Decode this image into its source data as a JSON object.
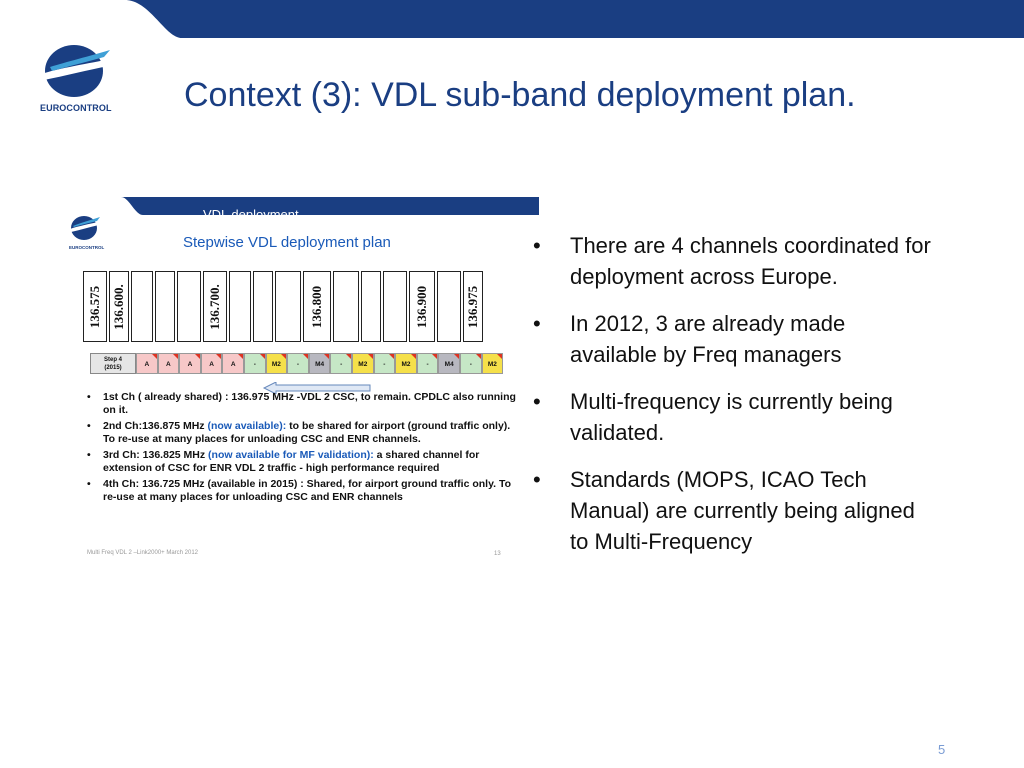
{
  "header": {
    "logo_text": "EUROCONTROL",
    "title": "Context (3): VDL sub-band deployment plan."
  },
  "thumbnail": {
    "bar_text": "VDL deployment",
    "logo_text": "EUROCONTROL",
    "title": "Stepwise VDL deployment plan",
    "channels": [
      "136.575",
      "136.600.",
      "",
      "",
      "",
      "136.700.",
      "",
      "",
      "",
      "136.800",
      "",
      "",
      "",
      "136.900",
      "",
      "136.975"
    ],
    "step_label_line1": "Step 4",
    "step_label_line2": "(2015)",
    "step_cells": [
      {
        "text": "A",
        "color": "#f7c8c8"
      },
      {
        "text": "A",
        "color": "#f7c8c8"
      },
      {
        "text": "A",
        "color": "#f7c8c8"
      },
      {
        "text": "A",
        "color": "#f7c8c8"
      },
      {
        "text": "A",
        "color": "#f7c8c8"
      },
      {
        "text": "-",
        "color": "#c6e7c6"
      },
      {
        "text": "M2",
        "color": "#f5e04a"
      },
      {
        "text": "-",
        "color": "#c6e7c6"
      },
      {
        "text": "M4",
        "color": "#b8b8c0"
      },
      {
        "text": "-",
        "color": "#c6e7c6"
      },
      {
        "text": "M2",
        "color": "#f5e04a"
      },
      {
        "text": "-",
        "color": "#c6e7c6"
      },
      {
        "text": "M2",
        "color": "#f5e04a"
      },
      {
        "text": "-",
        "color": "#c6e7c6"
      },
      {
        "text": "M4",
        "color": "#b8b8c0"
      },
      {
        "text": "-",
        "color": "#c6e7c6"
      },
      {
        "text": "M2",
        "color": "#f5e04a"
      }
    ],
    "items": [
      {
        "before": "1st Ch ( already shared) : 136.975 MHz -VDL 2 CSC, to remain. CPDLC also running on it.",
        "highlight": "",
        "after": ""
      },
      {
        "before": "2nd Ch:136.875 MHz ",
        "highlight": "(now available):",
        "after": " to be shared for airport (ground traffic only). To re-use at many places for unloading CSC and ENR channels."
      },
      {
        "before": "3rd Ch: 136.825 MHz ",
        "highlight": "(now available for MF validation):",
        "after": " a shared channel for extension of CSC for ENR VDL 2 traffic - high performance required"
      },
      {
        "before": "4th Ch: 136.725 MHz (available in 2015) : Shared, for airport ground traffic only. To re-use at many places for unloading CSC and ENR channels",
        "highlight": "",
        "after": ""
      }
    ],
    "footer": "Multi Freq VDL 2 –Link2000+ March 2012",
    "page": "13"
  },
  "bullets": [
    "There are 4 channels coordinated for deployment across Europe.",
    "In 2012, 3 are already made available by Freq managers",
    "Multi-frequency is currently being validated.",
    "Standards (MOPS, ICAO Tech Manual) are currently being aligned to Multi-Frequency"
  ],
  "page_number": "5",
  "colors": {
    "brand_blue": "#1a3e82",
    "highlight_blue": "#1a5ab8",
    "logo_cyan": "#3fa0d6"
  }
}
